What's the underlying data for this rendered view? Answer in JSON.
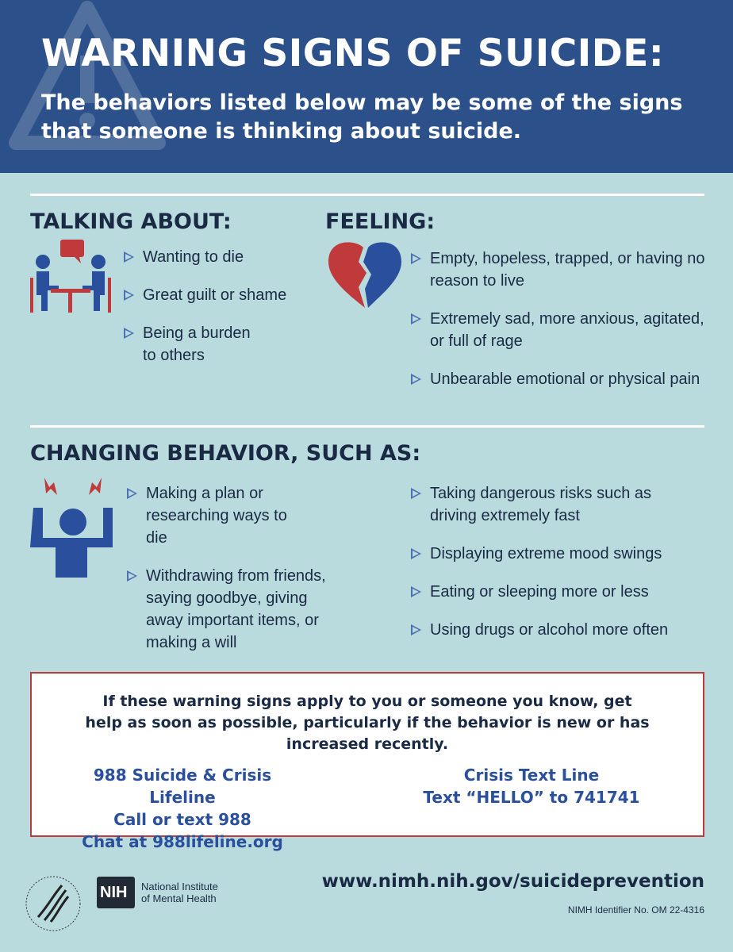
{
  "header": {
    "title": "WARNING SIGNS OF SUICIDE:",
    "subtitle": "The behaviors listed below may be some of the signs that someone is thinking about suicide."
  },
  "talking": {
    "heading": "TALKING ABOUT:",
    "items": [
      "Wanting to die",
      "Great guilt or shame",
      "Being a burden to others"
    ]
  },
  "feeling": {
    "heading": "FEELING:",
    "items": [
      "Empty, hopeless, trapped, or having no reason to live",
      "Extremely sad, more anxious, agitated, or full of rage",
      "Unbearable emotional or physical pain"
    ]
  },
  "behavior": {
    "heading": "CHANGING BEHAVIOR, SUCH AS:",
    "left": [
      "Making a plan or researching ways to die",
      "Withdrawing from friends, saying goodbye, giving away important items, or making a will"
    ],
    "right": [
      "Taking dangerous risks such as driving extremely fast",
      "Displaying extreme mood swings",
      "Eating or sleeping more or less",
      "Using drugs or alcohol more often"
    ]
  },
  "help": {
    "message": "If these warning signs apply to you or someone you know, get help as soon as possible, particularly if the behavior is new or has increased recently.",
    "lifeline": [
      "988 Suicide & Crisis Lifeline",
      "Call or text 988",
      "Chat at 988lifeline.org"
    ],
    "textline": [
      "Crisis Text Line",
      "Text “HELLO” to 741741"
    ]
  },
  "footer": {
    "nih_logo": "NIH",
    "institute_line1": "National Institute",
    "institute_line2": "of Mental Health",
    "url": "www.nimh.nih.gov/suicideprevention",
    "identifier": "NIMH Identifier No. OM 22-4316"
  },
  "colors": {
    "header": "#2c5089",
    "background": "#b9dbde",
    "red": "#c0393b",
    "blue": "#2a4f9c"
  }
}
